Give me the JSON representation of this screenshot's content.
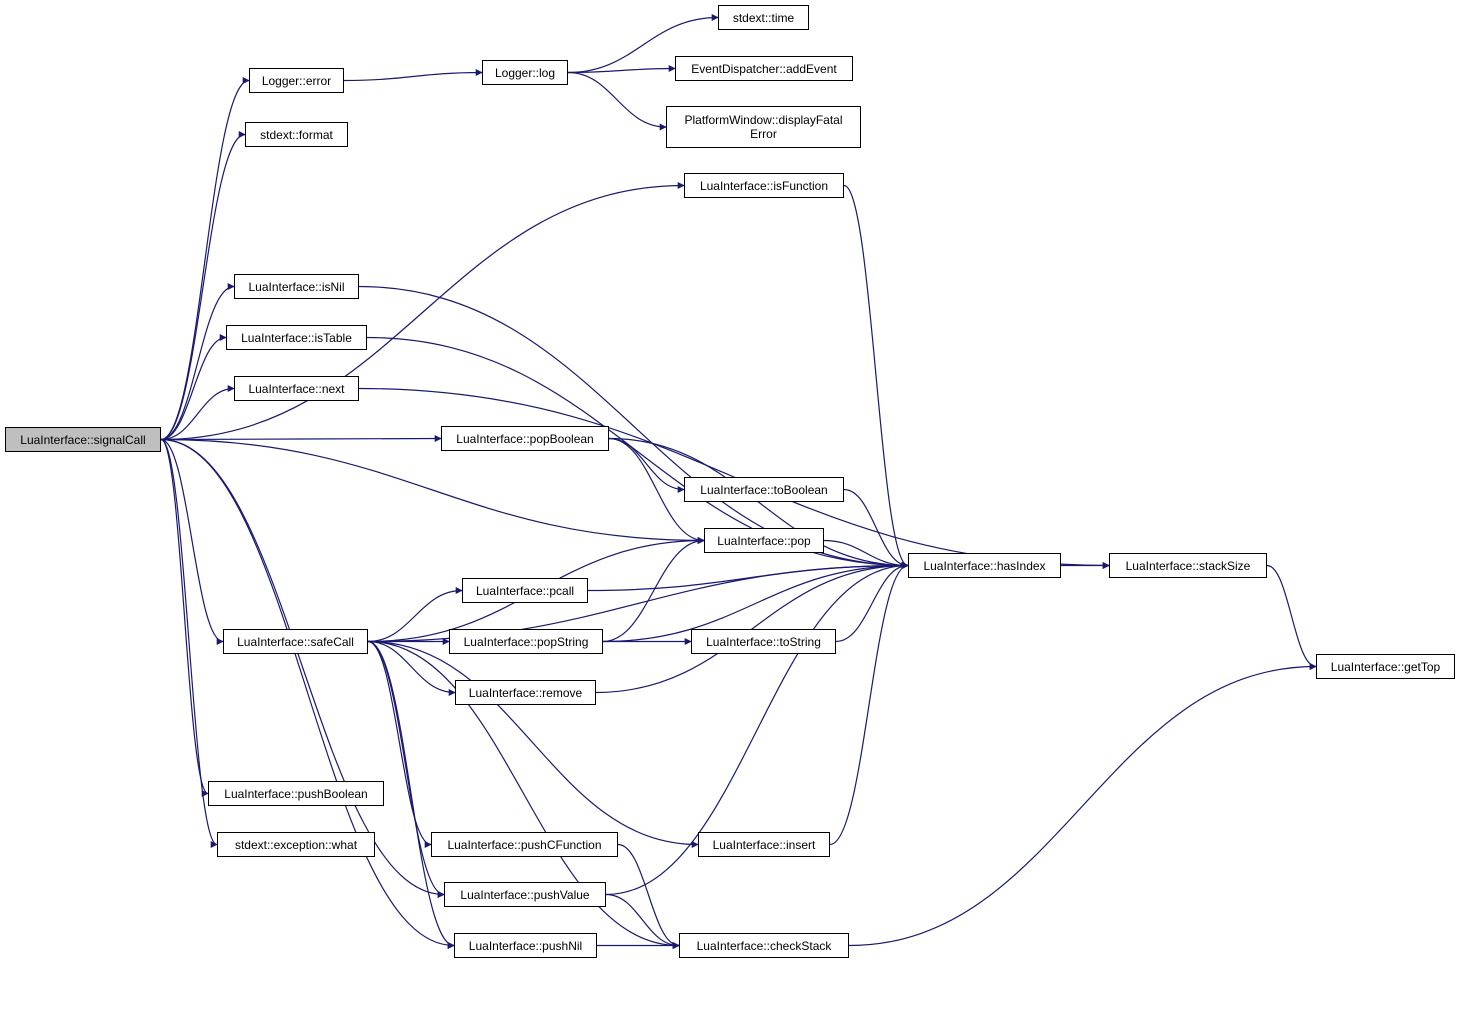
{
  "diagram": {
    "title": "",
    "colors": {
      "edge": "#191970",
      "node_border": "#000000",
      "root_fill": "#bfbfbf",
      "node_fill": "#ffffff"
    },
    "nodes": [
      {
        "id": "signalCall",
        "label": "LuaInterface::signalCall",
        "root": true
      },
      {
        "id": "loggerError",
        "label": "Logger::error"
      },
      {
        "id": "format",
        "label": "stdext::format"
      },
      {
        "id": "loggerLog",
        "label": "Logger::log"
      },
      {
        "id": "time",
        "label": "stdext::time"
      },
      {
        "id": "addEvent",
        "label": "EventDispatcher::addEvent"
      },
      {
        "id": "displayFatalError",
        "label": "PlatformWindow::displayFatal\nError"
      },
      {
        "id": "isFunction",
        "label": "LuaInterface::isFunction"
      },
      {
        "id": "isNil",
        "label": "LuaInterface::isNil"
      },
      {
        "id": "isTable",
        "label": "LuaInterface::isTable"
      },
      {
        "id": "next",
        "label": "LuaInterface::next"
      },
      {
        "id": "popBoolean",
        "label": "LuaInterface::popBoolean"
      },
      {
        "id": "toBoolean",
        "label": "LuaInterface::toBoolean"
      },
      {
        "id": "pop",
        "label": "LuaInterface::pop"
      },
      {
        "id": "hasIndex",
        "label": "LuaInterface::hasIndex"
      },
      {
        "id": "stackSize",
        "label": "LuaInterface::stackSize"
      },
      {
        "id": "getTop",
        "label": "LuaInterface::getTop"
      },
      {
        "id": "pcall",
        "label": "LuaInterface::pcall"
      },
      {
        "id": "safeCall",
        "label": "LuaInterface::safeCall"
      },
      {
        "id": "popString",
        "label": "LuaInterface::popString"
      },
      {
        "id": "toString",
        "label": "LuaInterface::toString"
      },
      {
        "id": "remove",
        "label": "LuaInterface::remove"
      },
      {
        "id": "pushBoolean",
        "label": "LuaInterface::pushBoolean"
      },
      {
        "id": "exceptionWhat",
        "label": "stdext::exception::what"
      },
      {
        "id": "pushCFunction",
        "label": "LuaInterface::pushCFunction"
      },
      {
        "id": "insert",
        "label": "LuaInterface::insert"
      },
      {
        "id": "pushValue",
        "label": "LuaInterface::pushValue"
      },
      {
        "id": "pushNil",
        "label": "LuaInterface::pushNil"
      },
      {
        "id": "checkStack",
        "label": "LuaInterface::checkStack"
      }
    ],
    "edges": [
      {
        "from": "signalCall",
        "to": "loggerError"
      },
      {
        "from": "signalCall",
        "to": "format"
      },
      {
        "from": "signalCall",
        "to": "isFunction"
      },
      {
        "from": "signalCall",
        "to": "isNil"
      },
      {
        "from": "signalCall",
        "to": "isTable"
      },
      {
        "from": "signalCall",
        "to": "next"
      },
      {
        "from": "signalCall",
        "to": "popBoolean"
      },
      {
        "from": "signalCall",
        "to": "pop"
      },
      {
        "from": "signalCall",
        "to": "safeCall"
      },
      {
        "from": "signalCall",
        "to": "pushBoolean"
      },
      {
        "from": "signalCall",
        "to": "exceptionWhat"
      },
      {
        "from": "signalCall",
        "to": "pushValue"
      },
      {
        "from": "signalCall",
        "to": "pushNil"
      },
      {
        "from": "loggerError",
        "to": "loggerLog"
      },
      {
        "from": "loggerLog",
        "to": "time"
      },
      {
        "from": "loggerLog",
        "to": "addEvent"
      },
      {
        "from": "loggerLog",
        "to": "displayFatalError"
      },
      {
        "from": "isFunction",
        "to": "hasIndex"
      },
      {
        "from": "isNil",
        "to": "hasIndex"
      },
      {
        "from": "isTable",
        "to": "hasIndex"
      },
      {
        "from": "next",
        "to": "stackSize"
      },
      {
        "from": "popBoolean",
        "to": "toBoolean"
      },
      {
        "from": "popBoolean",
        "to": "pop"
      },
      {
        "from": "popBoolean",
        "to": "hasIndex"
      },
      {
        "from": "toBoolean",
        "to": "hasIndex"
      },
      {
        "from": "pop",
        "to": "hasIndex"
      },
      {
        "from": "hasIndex",
        "to": "stackSize"
      },
      {
        "from": "stackSize",
        "to": "getTop"
      },
      {
        "from": "safeCall",
        "to": "hasIndex"
      },
      {
        "from": "safeCall",
        "to": "pop"
      },
      {
        "from": "safeCall",
        "to": "pcall"
      },
      {
        "from": "safeCall",
        "to": "popString"
      },
      {
        "from": "safeCall",
        "to": "remove"
      },
      {
        "from": "safeCall",
        "to": "insert"
      },
      {
        "from": "safeCall",
        "to": "pushCFunction"
      },
      {
        "from": "safeCall",
        "to": "pushValue"
      },
      {
        "from": "safeCall",
        "to": "pushNil"
      },
      {
        "from": "safeCall",
        "to": "checkStack"
      },
      {
        "from": "pcall",
        "to": "hasIndex"
      },
      {
        "from": "popString",
        "to": "pop"
      },
      {
        "from": "popString",
        "to": "toString"
      },
      {
        "from": "popString",
        "to": "hasIndex"
      },
      {
        "from": "toString",
        "to": "hasIndex"
      },
      {
        "from": "remove",
        "to": "hasIndex"
      },
      {
        "from": "insert",
        "to": "hasIndex"
      },
      {
        "from": "pushCFunction",
        "to": "checkStack"
      },
      {
        "from": "pushValue",
        "to": "checkStack"
      },
      {
        "from": "pushValue",
        "to": "hasIndex"
      },
      {
        "from": "pushNil",
        "to": "checkStack"
      },
      {
        "from": "checkStack",
        "to": "getTop"
      }
    ]
  }
}
